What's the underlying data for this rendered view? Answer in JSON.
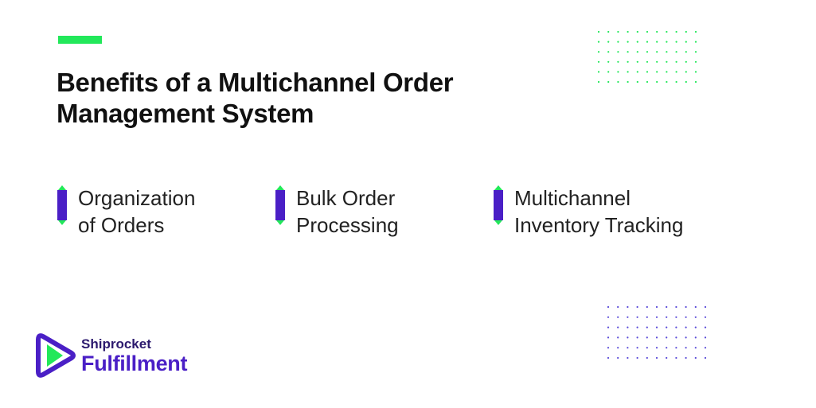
{
  "title": {
    "line1": "Benefits of a Multichannel Order",
    "line2": "Management System"
  },
  "benefits": [
    {
      "line1": "Organization",
      "line2": "of Orders"
    },
    {
      "line1": "Bulk Order",
      "line2": "Processing"
    },
    {
      "line1": "Multichannel",
      "line2": "Inventory Tracking"
    }
  ],
  "logo": {
    "top": "Shiprocket",
    "bottom": "Fulfillment",
    "icon": "play-icon"
  },
  "colors": {
    "accent_green": "#22e85a",
    "brand_purple": "#4a1fc6",
    "text_dark": "#111111",
    "dot_purple": "#5a4ad8"
  }
}
